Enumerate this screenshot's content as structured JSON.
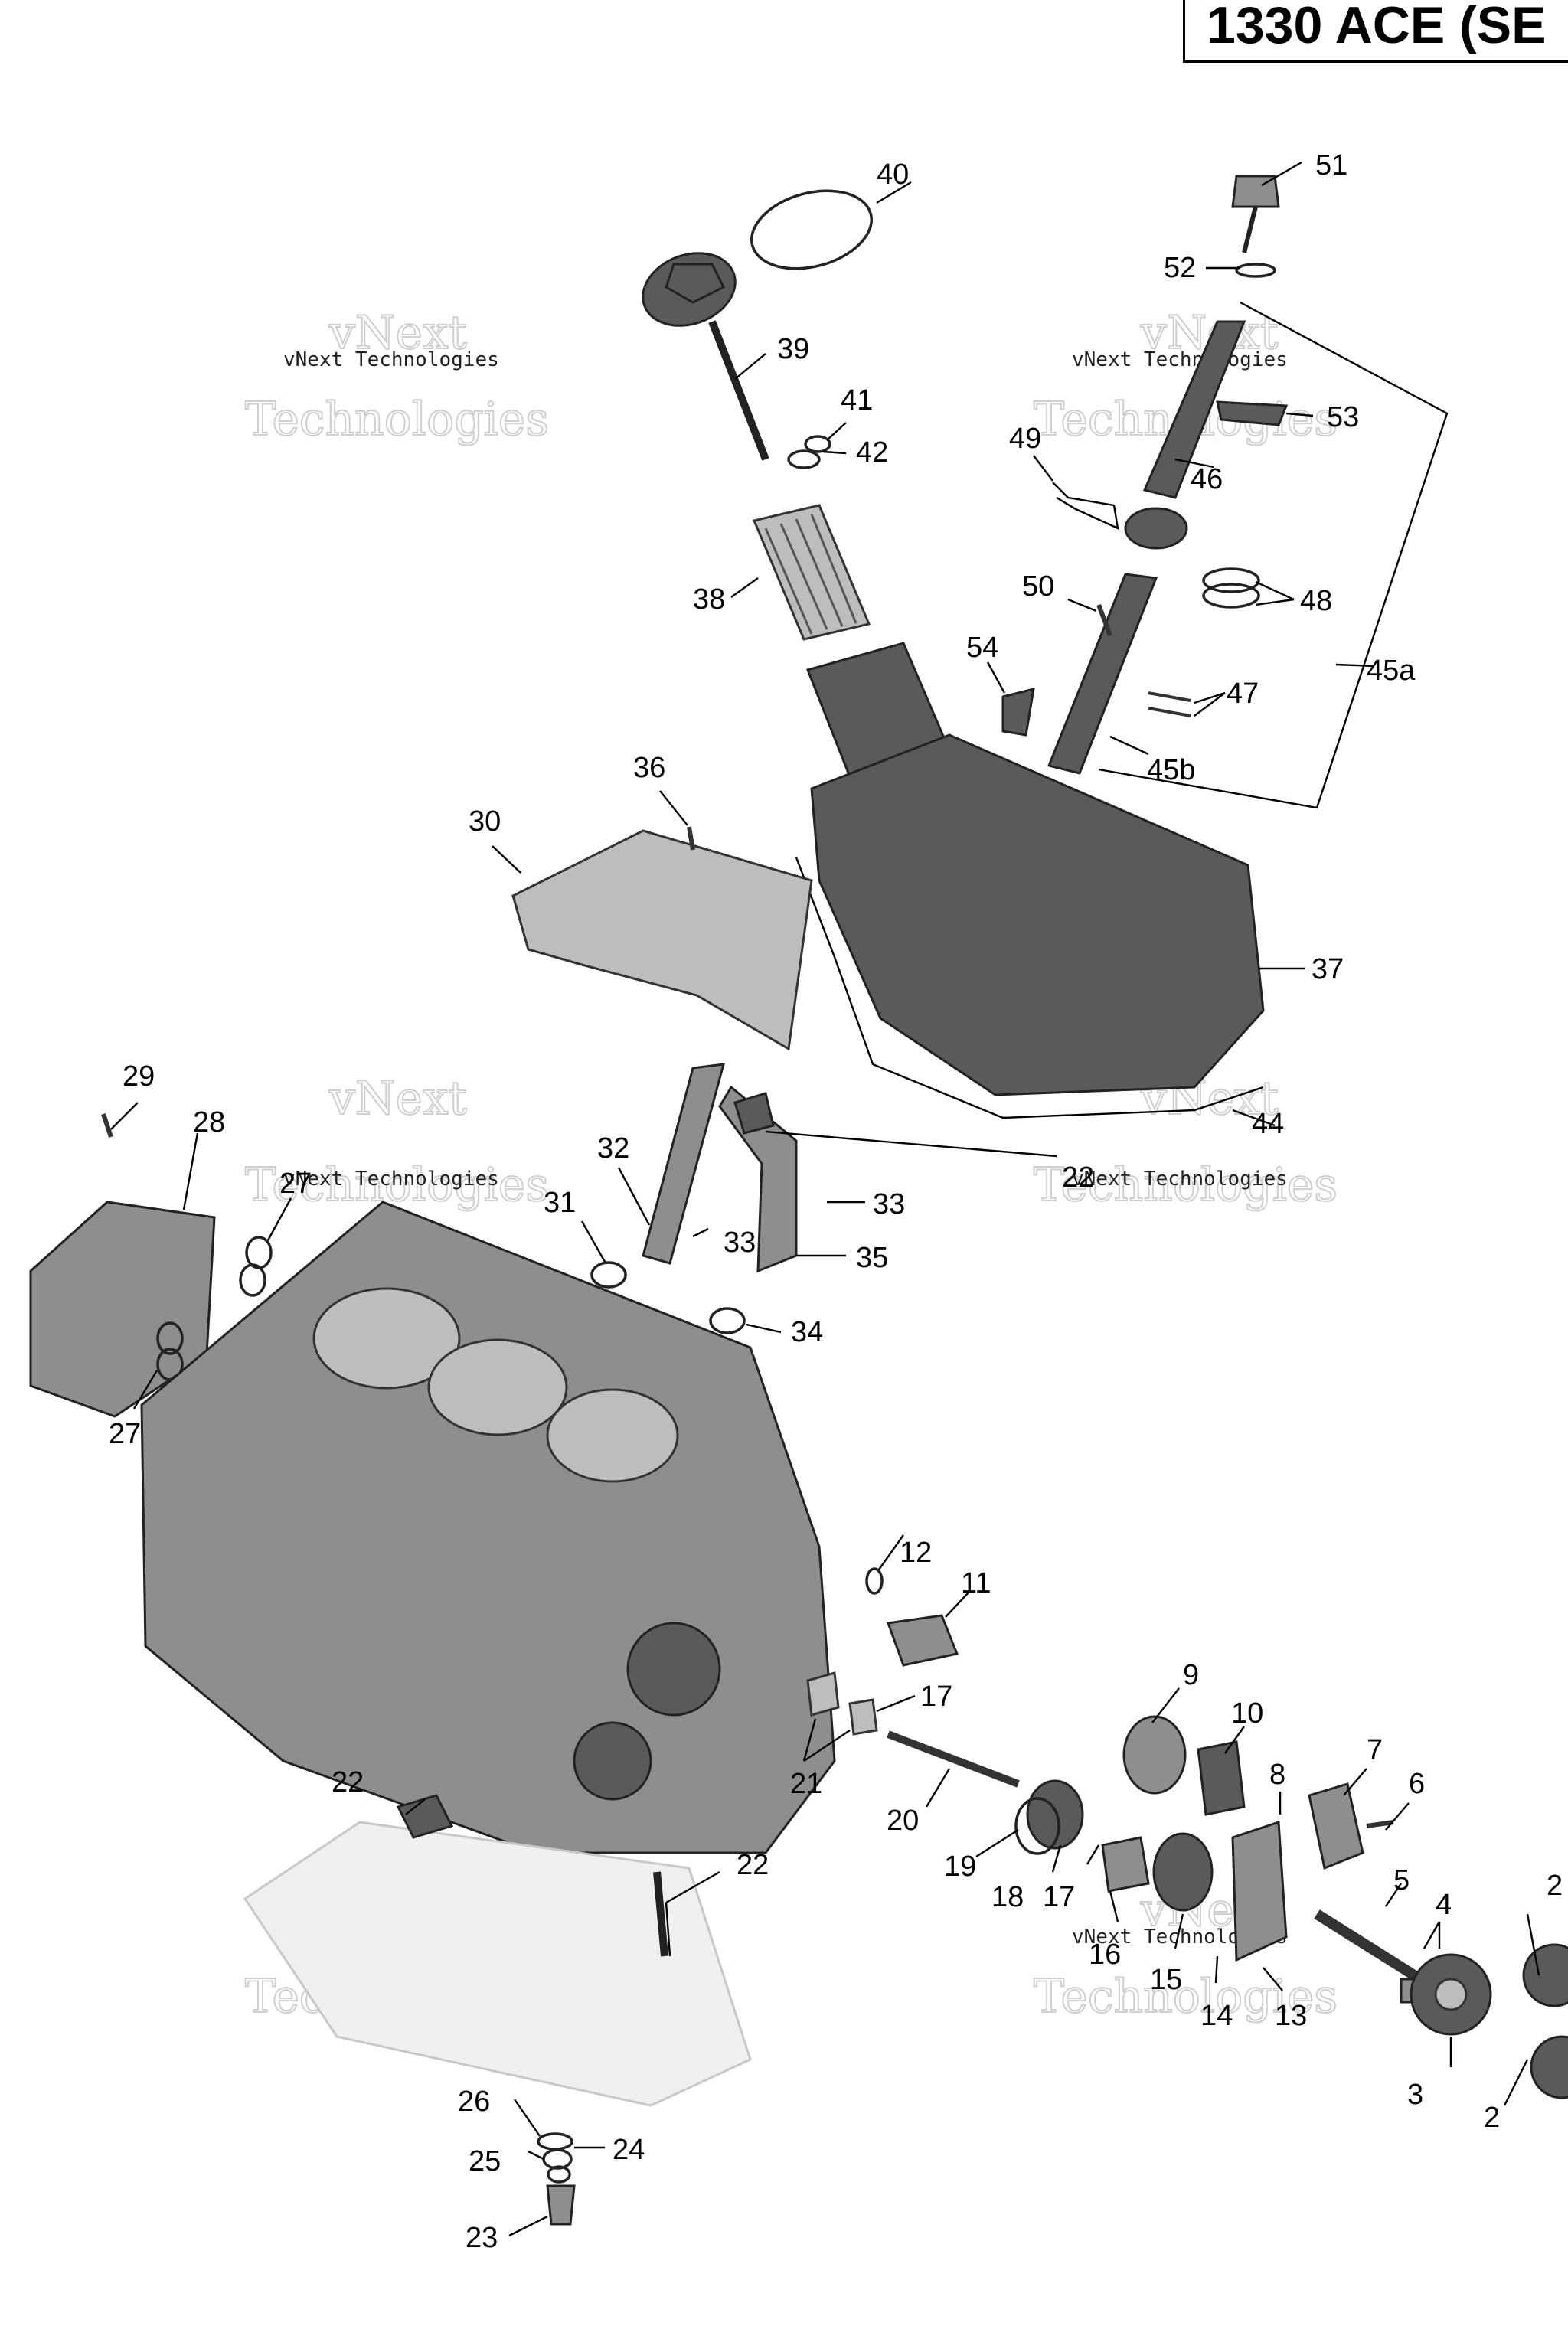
{
  "title": "1330 ACE (SE",
  "watermark": {
    "line1": "vNext Technologies",
    "line2": "Technologies",
    "line3": "vNext"
  },
  "callouts": [
    {
      "id": "c40",
      "text": "40"
    },
    {
      "id": "c51",
      "text": "51"
    },
    {
      "id": "c52",
      "text": "52"
    },
    {
      "id": "c39",
      "text": "39"
    },
    {
      "id": "c41",
      "text": "41"
    },
    {
      "id": "c42",
      "text": "42"
    },
    {
      "id": "c53",
      "text": "53"
    },
    {
      "id": "c49",
      "text": "49"
    },
    {
      "id": "c46",
      "text": "46"
    },
    {
      "id": "c38",
      "text": "38"
    },
    {
      "id": "c50",
      "text": "50"
    },
    {
      "id": "c48",
      "text": "48"
    },
    {
      "id": "c45a",
      "text": "45a"
    },
    {
      "id": "c54",
      "text": "54"
    },
    {
      "id": "c47",
      "text": "47"
    },
    {
      "id": "c45b",
      "text": "45b"
    },
    {
      "id": "c36",
      "text": "36"
    },
    {
      "id": "c30",
      "text": "30"
    },
    {
      "id": "c37",
      "text": "37"
    },
    {
      "id": "c29",
      "text": "29"
    },
    {
      "id": "c28",
      "text": "28"
    },
    {
      "id": "c44",
      "text": "44"
    },
    {
      "id": "c27a",
      "text": "27"
    },
    {
      "id": "c32",
      "text": "32"
    },
    {
      "id": "c22a",
      "text": "22"
    },
    {
      "id": "c31",
      "text": "31"
    },
    {
      "id": "c33a",
      "text": "33"
    },
    {
      "id": "c33b",
      "text": "33"
    },
    {
      "id": "c35",
      "text": "35"
    },
    {
      "id": "c34",
      "text": "34"
    },
    {
      "id": "c27b",
      "text": "27"
    },
    {
      "id": "c12",
      "text": "12"
    },
    {
      "id": "c11",
      "text": "11"
    },
    {
      "id": "c9",
      "text": "9"
    },
    {
      "id": "c10",
      "text": "10"
    },
    {
      "id": "c17a",
      "text": "17"
    },
    {
      "id": "c8",
      "text": "8"
    },
    {
      "id": "c7",
      "text": "7"
    },
    {
      "id": "c6",
      "text": "6"
    },
    {
      "id": "c21",
      "text": "21"
    },
    {
      "id": "c20",
      "text": "20"
    },
    {
      "id": "c22b",
      "text": "22"
    },
    {
      "id": "c19",
      "text": "19"
    },
    {
      "id": "c18",
      "text": "18"
    },
    {
      "id": "c17b",
      "text": "17"
    },
    {
      "id": "c22c",
      "text": "22"
    },
    {
      "id": "c5",
      "text": "5"
    },
    {
      "id": "c4",
      "text": "4"
    },
    {
      "id": "c2a",
      "text": "2"
    },
    {
      "id": "c16",
      "text": "16"
    },
    {
      "id": "c15",
      "text": "15"
    },
    {
      "id": "c14",
      "text": "14"
    },
    {
      "id": "c13",
      "text": "13"
    },
    {
      "id": "c3",
      "text": "3"
    },
    {
      "id": "c2b",
      "text": "2"
    },
    {
      "id": "c26",
      "text": "26"
    },
    {
      "id": "c25",
      "text": "25"
    },
    {
      "id": "c24",
      "text": "24"
    },
    {
      "id": "c23",
      "text": "23"
    }
  ]
}
